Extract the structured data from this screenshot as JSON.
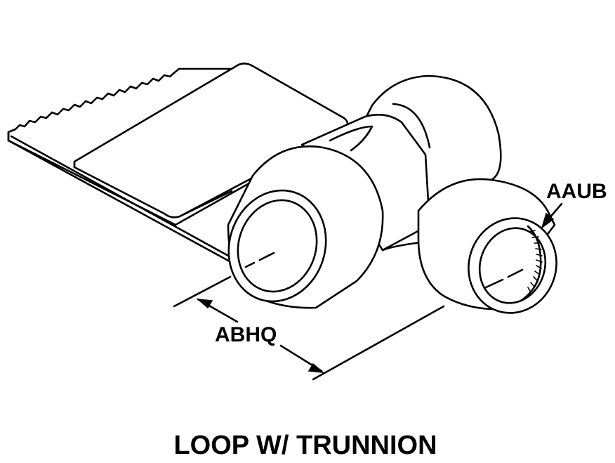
{
  "figure": {
    "title": "LOOP W/ TRUNNION",
    "dimensions": [
      {
        "label": "AAUB"
      },
      {
        "label": "ABHQ"
      }
    ]
  }
}
